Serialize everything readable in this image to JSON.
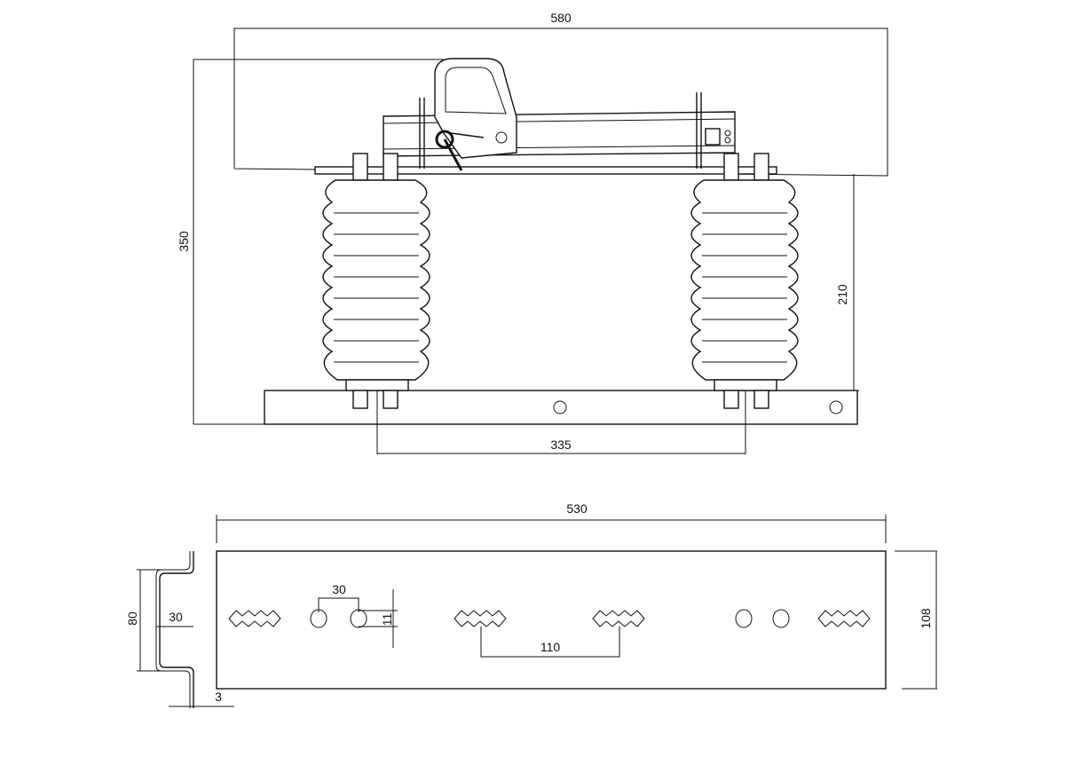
{
  "diagram": {
    "dimensions": {
      "top_width": "580",
      "total_height": "350",
      "insulator_height": "210",
      "mount_spacing": "335",
      "plate_width": "530",
      "plate_height": "108",
      "hole_spacing": "30",
      "hole_height": "11",
      "serration_spacing": "110",
      "bracket_height": "80",
      "bracket_depth": "30",
      "bracket_thickness": "3"
    }
  }
}
